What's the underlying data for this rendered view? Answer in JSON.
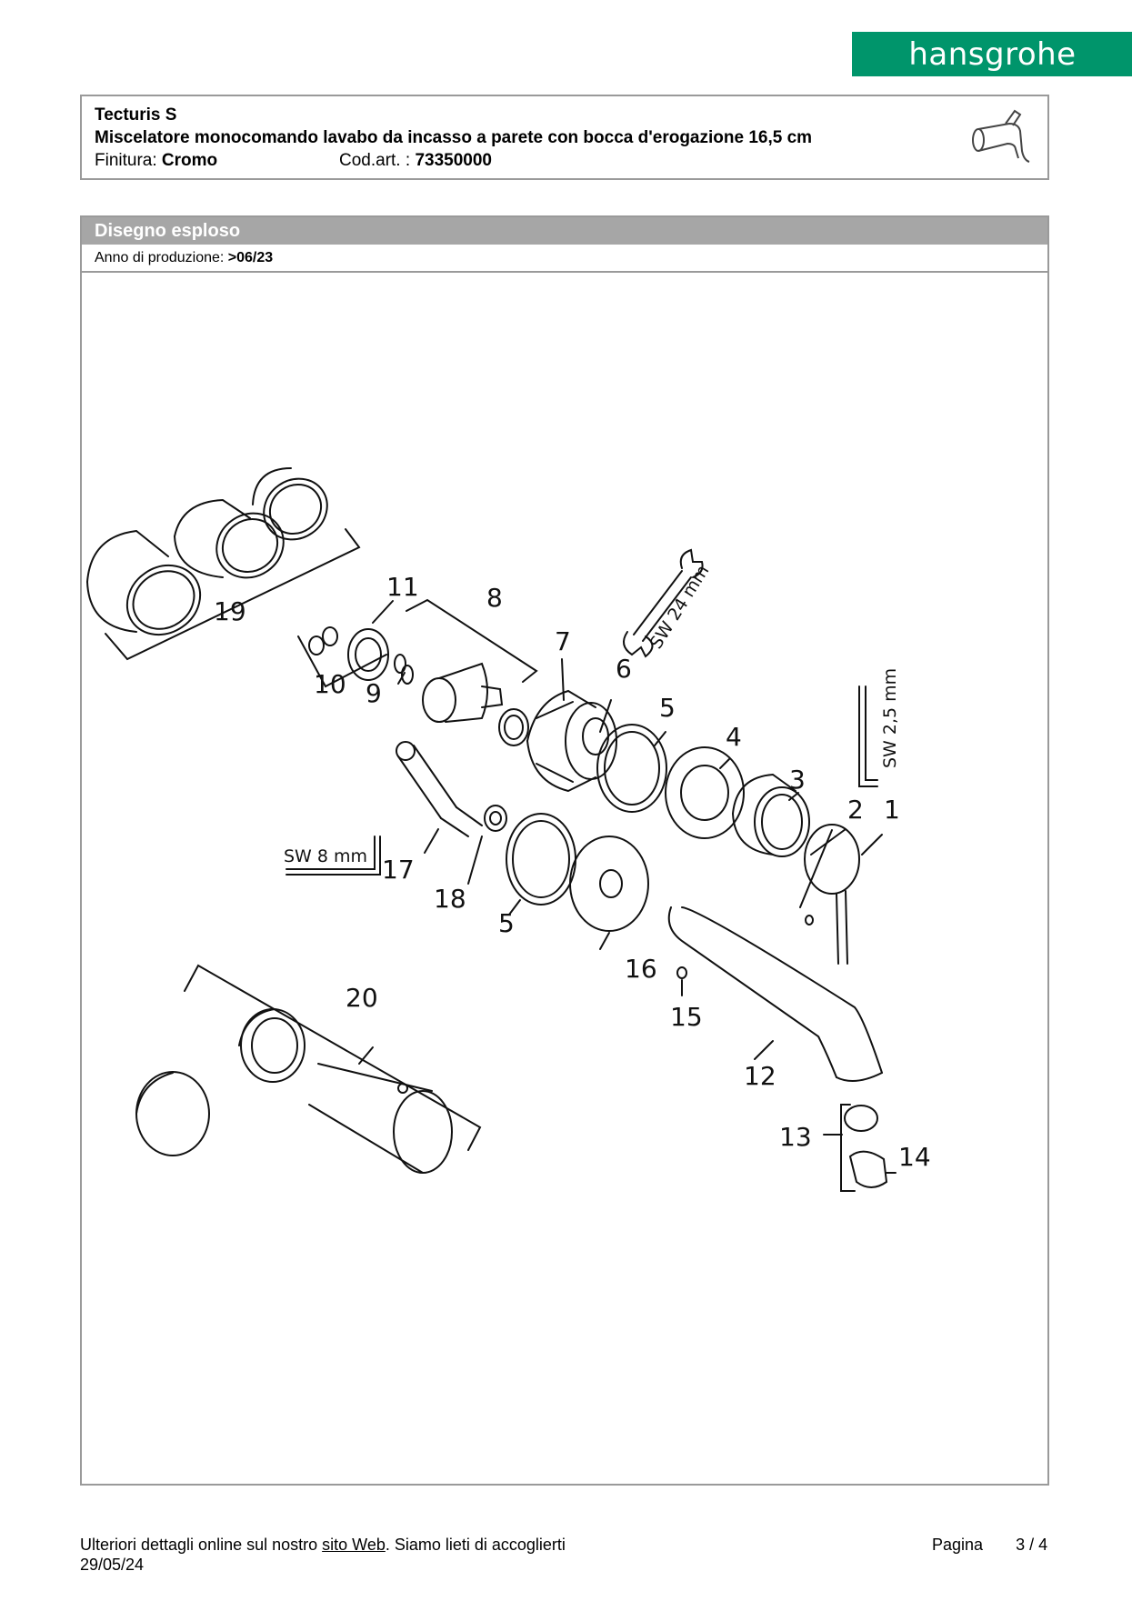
{
  "brand": {
    "logo_text": "hansgrohe",
    "color": "#00956b"
  },
  "product": {
    "name": "Tecturis S",
    "description": "Miscelatore monocomando lavabo da incasso a parete con bocca d'erogazione 16,5 cm",
    "finish_label": "Finitura:",
    "finish_value": "Cromo",
    "code_label": "Cod.art. :",
    "code_value": "73350000"
  },
  "section": {
    "title": "Disegno esploso",
    "production_label": "Anno di produzione:",
    "production_value": ">06/23"
  },
  "drawing": {
    "parts": [
      "1",
      "2",
      "3",
      "4",
      "5",
      "5",
      "6",
      "7",
      "8",
      "9",
      "10",
      "11",
      "12",
      "13",
      "14",
      "15",
      "16",
      "17",
      "18",
      "19",
      "20"
    ],
    "tool_labels": [
      "SW 24 mm",
      "SW 2,5 mm",
      "SW 8 mm"
    ]
  },
  "footer": {
    "text_before": "Ulteriori dettagli online sul nostro ",
    "link_text": "sito Web",
    "text_after": ". Siamo lieti di accoglierti",
    "date": "29/05/24",
    "page_label": "Pagina",
    "page_value": "3 / 4"
  }
}
